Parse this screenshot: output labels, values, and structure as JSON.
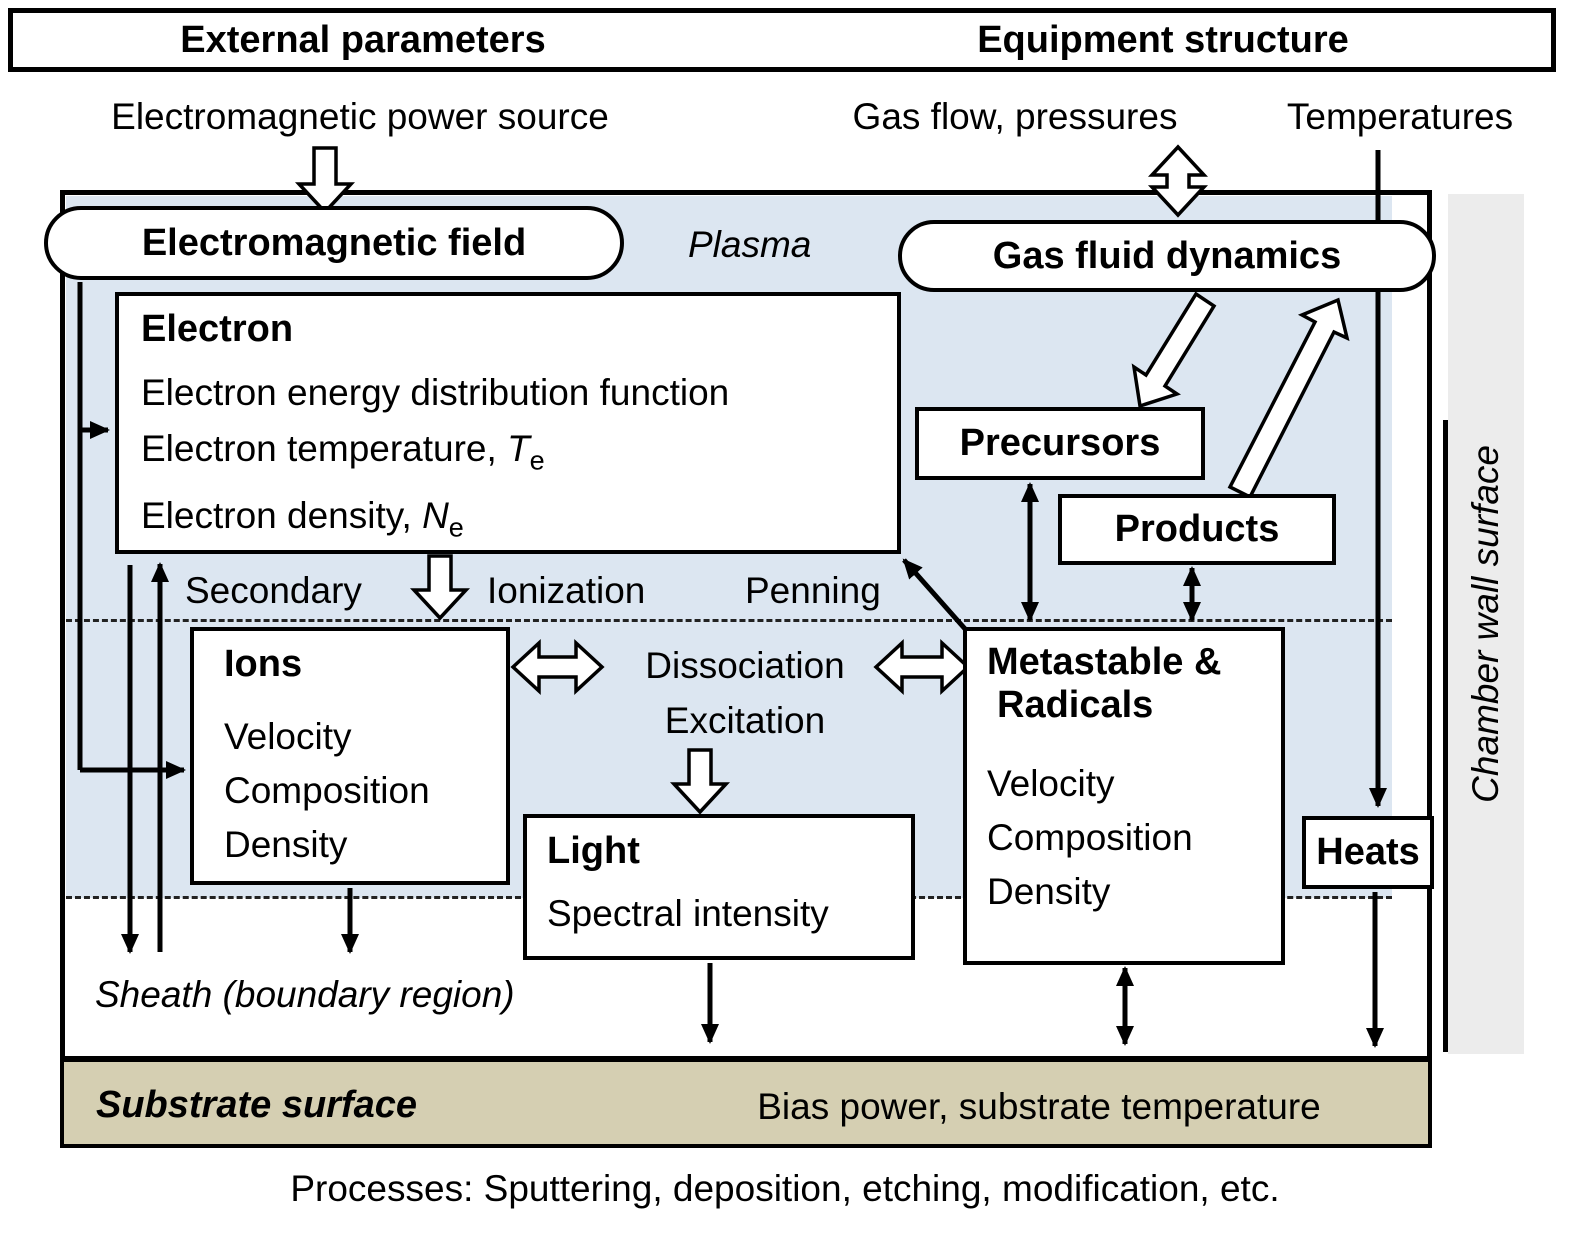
{
  "header": {
    "left": "External parameters",
    "right": "Equipment structure"
  },
  "inputs": {
    "power": "Electromagnetic power source",
    "gas": "Gas flow, pressures",
    "temps": "Temperatures"
  },
  "plasma": {
    "label": "Plasma",
    "em_field": "Electromagnetic field",
    "gas_fluid": "Gas fluid dynamics"
  },
  "electron": {
    "title": "Electron",
    "line1": "Electron energy distribution function",
    "line2_pre": "Electron temperature, ",
    "line2_var": "T",
    "line2_sub": "e",
    "line3_pre": "Electron density, ",
    "line3_var": "N",
    "line3_sub": "e"
  },
  "reactions": {
    "secondary": "Secondary",
    "ionization": "Ionization",
    "penning": "Penning",
    "dissociation": "Dissociation",
    "excitation": "Excitation"
  },
  "ions": {
    "title": "Ions",
    "props": [
      "Velocity",
      "Composition",
      "Density"
    ]
  },
  "light": {
    "title": "Light",
    "line": "Spectral intensity"
  },
  "metastable": {
    "title1": "Metastable &",
    "title2": "Radicals",
    "props": [
      "Velocity",
      "Composition",
      "Density"
    ]
  },
  "boxes": {
    "precursors": "Precursors",
    "products": "Products",
    "heats": "Heats"
  },
  "wall": {
    "label": "Chamber wall surface"
  },
  "sheath": "Sheath (boundary region)",
  "substrate": {
    "label": "Substrate surface",
    "bias": "Bias power, substrate temperature"
  },
  "caption": "Processes: Sputtering, deposition, etching, modification, etc.",
  "colors": {
    "plasma_bg": "#dce6f1",
    "substrate_bg": "#d5cfb2",
    "wall_bg": "#ececec"
  }
}
